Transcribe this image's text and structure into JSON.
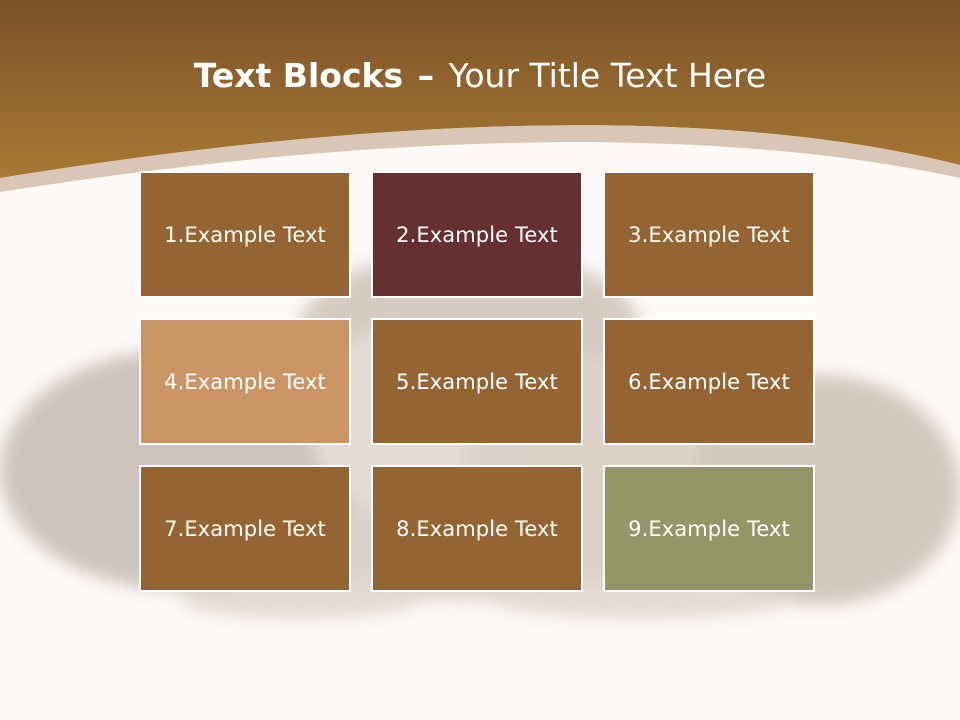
{
  "title": {
    "bold": "Text Blocks",
    "separator": "–",
    "regular": "Your Title Text Here"
  },
  "blocks": [
    {
      "label": "1.Example Text",
      "color": "#946532"
    },
    {
      "label": "2.Example Text",
      "color": "#662f32"
    },
    {
      "label": "3.Example Text",
      "color": "#946532"
    },
    {
      "label": "4.Example Text",
      "color": "#ca9565"
    },
    {
      "label": "5.Example Text",
      "color": "#946532"
    },
    {
      "label": "6.Example Text",
      "color": "#946532"
    },
    {
      "label": "7.Example Text",
      "color": "#946532"
    },
    {
      "label": "8.Example Text",
      "color": "#946532"
    },
    {
      "label": "9.Example Text",
      "color": "#959667"
    }
  ],
  "colors": {
    "header_top": "#7a5228",
    "header_bottom": "#a87834",
    "swoosh": "#d9c6b6",
    "background": "#fcf9f6"
  },
  "background_image": "faded-kitten-photo"
}
